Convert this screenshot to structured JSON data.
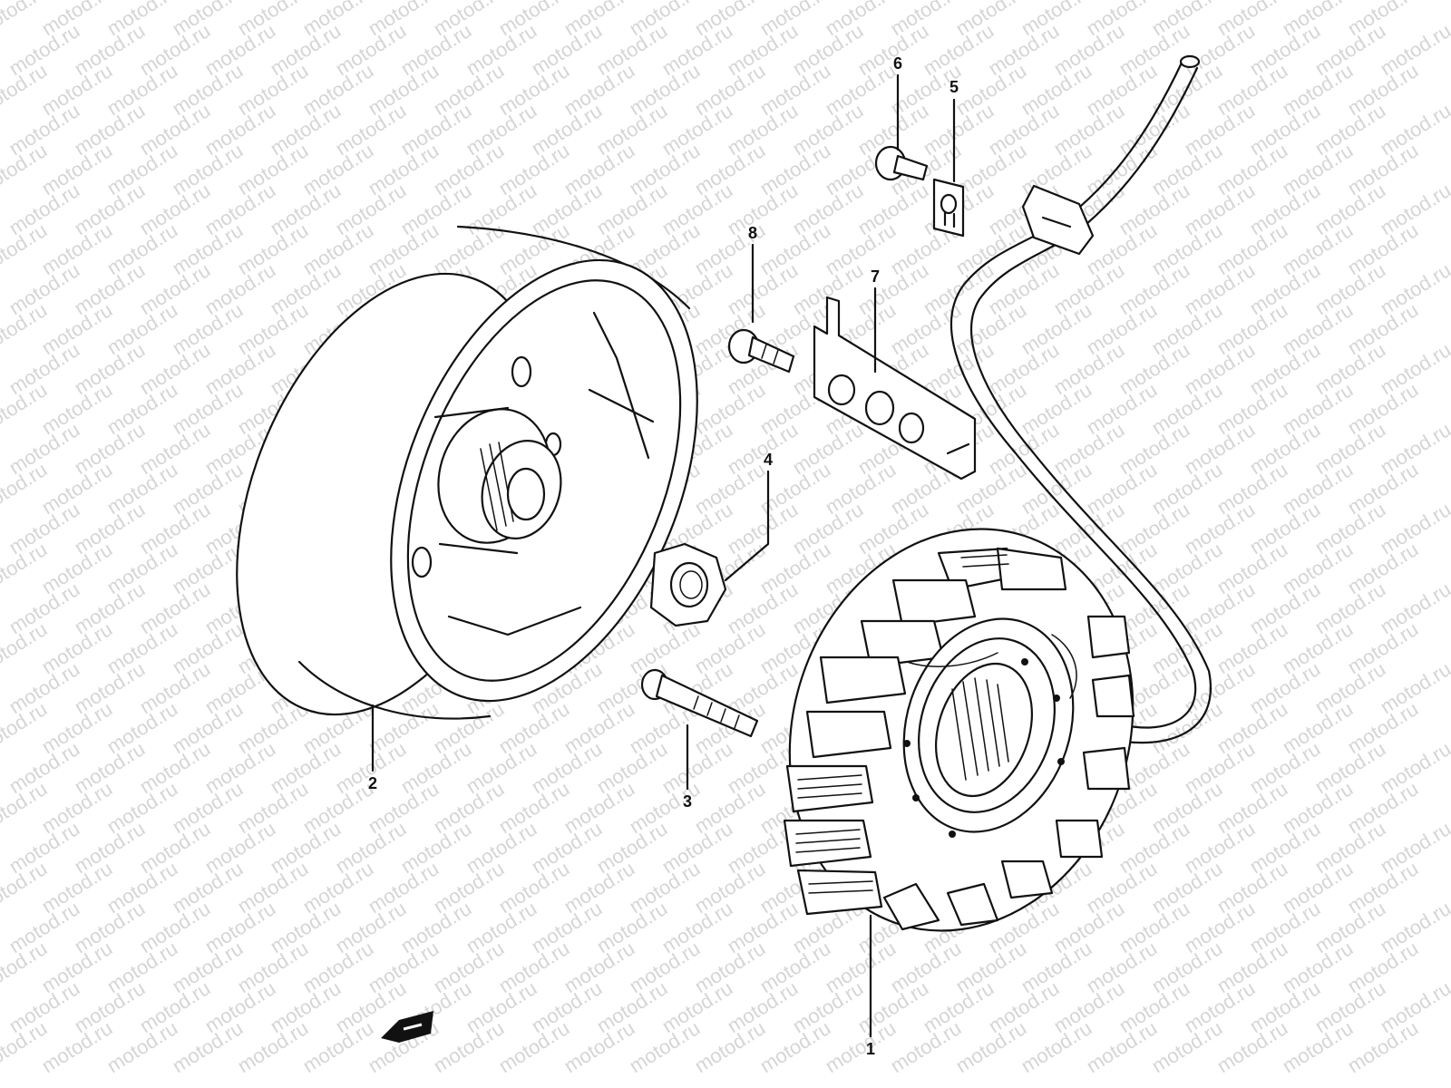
{
  "watermark": {
    "text": "motod.ru",
    "color": "#c8c8c8"
  },
  "colors": {
    "line": "#111111",
    "background": "#ffffff"
  },
  "parts": [
    {
      "id": "stator",
      "label": "1"
    },
    {
      "id": "rotor",
      "label": "2"
    },
    {
      "id": "rotor-bolt",
      "label": "3"
    },
    {
      "id": "rotor-nut",
      "label": "4"
    },
    {
      "id": "lead-wire-clamp",
      "label": "5"
    },
    {
      "id": "clamp-screw",
      "label": "6"
    },
    {
      "id": "stator-plate",
      "label": "7"
    },
    {
      "id": "plate-screw",
      "label": "8"
    }
  ],
  "icons": [
    "front-direction-arrow-icon"
  ]
}
